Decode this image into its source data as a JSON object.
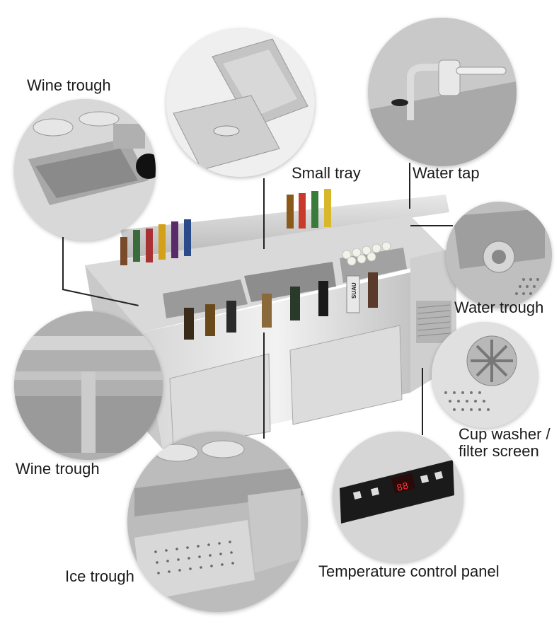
{
  "labels": {
    "wine_trough_top": "Wine trough",
    "small_tray": "Small tray",
    "water_tap": "Water tap",
    "water_trough": "Water trough",
    "cup_washer": "Cup washer / filter screen",
    "wine_trough_left": "Wine trough",
    "ice_trough": "Ice trough",
    "temperature_panel": "Temperature control panel"
  },
  "product": {
    "bottle_label": "SUAU",
    "panel_display": "88"
  }
}
